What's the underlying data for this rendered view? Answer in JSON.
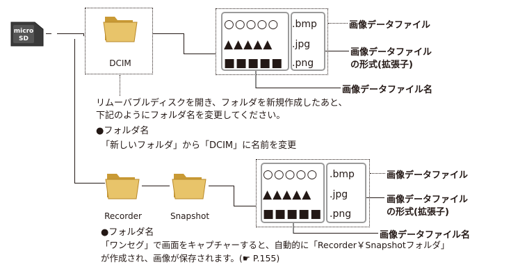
{
  "sd_card": {
    "label": "micro SD"
  },
  "top": {
    "folder_label": "DCIM",
    "rows": [
      {
        "symbols": "○○○○○",
        "ext": ".bmp"
      },
      {
        "symbols": "▲▲▲▲▲",
        "ext": ".jpg"
      },
      {
        "symbols": "■■■■■",
        "ext": ".png"
      }
    ],
    "callout_file": "画像データファイル",
    "callout_format_1": "画像データファイル",
    "callout_format_2": "の形式(拡張子)",
    "callout_name": "画像データファイル名"
  },
  "instructions": {
    "line1": "リムーバブルディスクを開き、フォルダを新規作成したあと、",
    "line2": "下記のようにフォルダ名を変更してください。",
    "heading": "●フォルダ名",
    "detail": "「新しいフォルダ」から「DCIM」に名前を変更"
  },
  "bottom": {
    "folder1_label": "Recorder",
    "folder2_label": "Snapshot",
    "rows": [
      {
        "symbols": "○○○○○",
        "ext": ".bmp"
      },
      {
        "symbols": "▲▲▲▲▲",
        "ext": ".jpg"
      },
      {
        "symbols": "■■■■■",
        "ext": ".png"
      }
    ],
    "callout_file": "画像データファイル",
    "callout_format_1": "画像データファイル",
    "callout_format_2": "の形式(拡張子)",
    "callout_name": "画像データファイル名"
  },
  "footer": {
    "heading": "●フォルダ名",
    "line1": "「ワンセグ」で画面をキャプチャーすると、自動的に「Recorder￥Snapshotフォルダ」",
    "line2": "が作成され、画像が保存されます。(☛ P.155)"
  },
  "colors": {
    "folder": "#e8c46a",
    "folder_dark": "#c99a35",
    "sd": "#3a3a3a",
    "frame": "#9a9a9a"
  }
}
